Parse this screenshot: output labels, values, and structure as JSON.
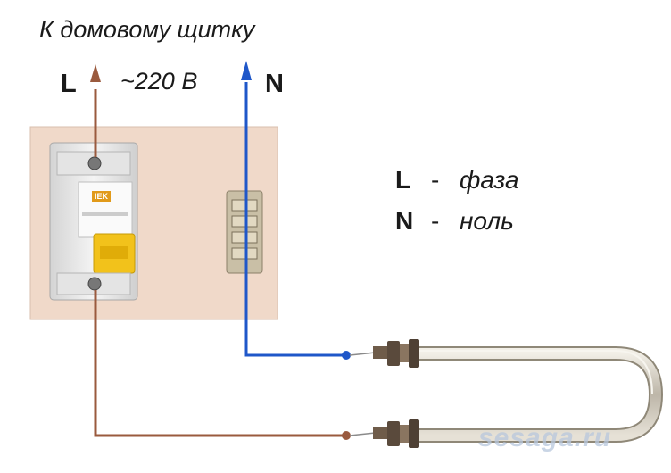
{
  "diagram": {
    "title": "К домовому щитку",
    "line_label": "L",
    "neutral_label": "N",
    "voltage": "~220 В",
    "legend": [
      {
        "key": "L",
        "dash": "-",
        "desc": "фаза"
      },
      {
        "key": "N",
        "dash": "-",
        "desc": "ноль"
      }
    ],
    "breaker_brand": "IEK",
    "watermark": "sesaga.ru",
    "colors": {
      "phase_wire": "#9a5a3e",
      "neutral_wire": "#1f57c9",
      "panel": "#f0d9c9",
      "breaker_handle": "#f2c21b",
      "element": "#c9c4b8"
    }
  }
}
